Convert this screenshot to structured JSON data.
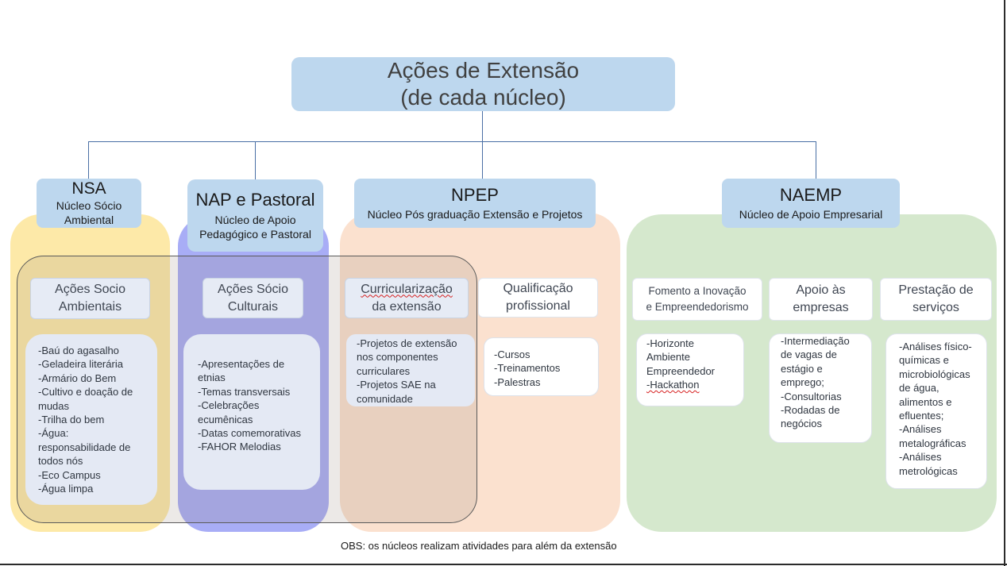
{
  "main": {
    "title_line1": "Ações de Extensão",
    "title_line2": "(de cada núcleo)"
  },
  "nuclei": {
    "nsa": {
      "title": "NSA",
      "subtitle_line1": "Núcleo Sócio",
      "subtitle_line2": "Ambiental"
    },
    "nap": {
      "title": "NAP e Pastoral",
      "subtitle_line1": "Núcleo de Apoio",
      "subtitle_line2": "Pedagógico e Pastoral"
    },
    "npep": {
      "title": "NPEP",
      "subtitle": "Núcleo Pós graduação Extensão e Projetos"
    },
    "naemp": {
      "title": "NAEMP",
      "subtitle": "Núcleo de Apoio Empresarial"
    }
  },
  "actions": {
    "socio_ambientais": {
      "title_line1": "Ações Socio",
      "title_line2": "Ambientais",
      "items": [
        "-Baú do agasalho",
        "-Geladeira literária",
        "-Armário do Bem",
        "-Cultivo e doação de",
        "mudas",
        "-Trilha do bem",
        "-Água:",
        "responsabilidade de",
        "todos nós",
        "-Eco Campus",
        "-Água limpa"
      ]
    },
    "socio_culturais": {
      "title_line1": "Ações Sócio",
      "title_line2": "Culturais",
      "items": [
        "-Apresentações de",
        "etnias",
        "-Temas transversais",
        "-Celebrações",
        "ecumênicas",
        "-Datas comemorativas",
        "-FAHOR Melodias"
      ]
    },
    "curricularizacao": {
      "title_line1": "Curricularização",
      "title_line2": "da extensão",
      "items": [
        "-Projetos de extensão",
        "nos componentes",
        "curriculares",
        "-Projetos SAE na",
        "comunidade"
      ]
    },
    "qualificacao": {
      "title_line1": "Qualificação",
      "title_line2": "profissional",
      "items": [
        "-Cursos",
        "-Treinamentos",
        "-Palestras"
      ]
    },
    "fomento": {
      "title_line1": "Fomento a Inovação",
      "title_line2": "e Empreendedorismo",
      "items": [
        "-Horizonte",
        "Ambiente",
        "Empreendedor",
        "-Hackathon"
      ]
    },
    "apoio_empresas": {
      "title_line1": "Apoio às",
      "title_line2": "empresas",
      "items": [
        "-Intermediação",
        "de vagas de",
        "estágio e",
        "emprego;",
        "-Consultorias",
        "-Rodadas de",
        "negócios"
      ]
    },
    "prestacao": {
      "title_line1": "Prestação de",
      "title_line2": "serviços",
      "items": [
        "-Análises físico-",
        "químicas e",
        "microbiológicas",
        "de água,",
        "alimentos e",
        "efluentes;",
        "-Análises",
        "metalográficas",
        "-Análises",
        "metrológicas"
      ]
    }
  },
  "footer": {
    "note": "OBS: os núcleos realizam atividades para além da extensão"
  },
  "colors": {
    "header_blue": "#bdd7ee",
    "nsa_bg": "#fde9a8",
    "nap_bg": "#a8adf6",
    "npep_bg": "#fbe1cf",
    "naemp_bg": "#d5e8cd",
    "connector": "#4a6fa5"
  }
}
